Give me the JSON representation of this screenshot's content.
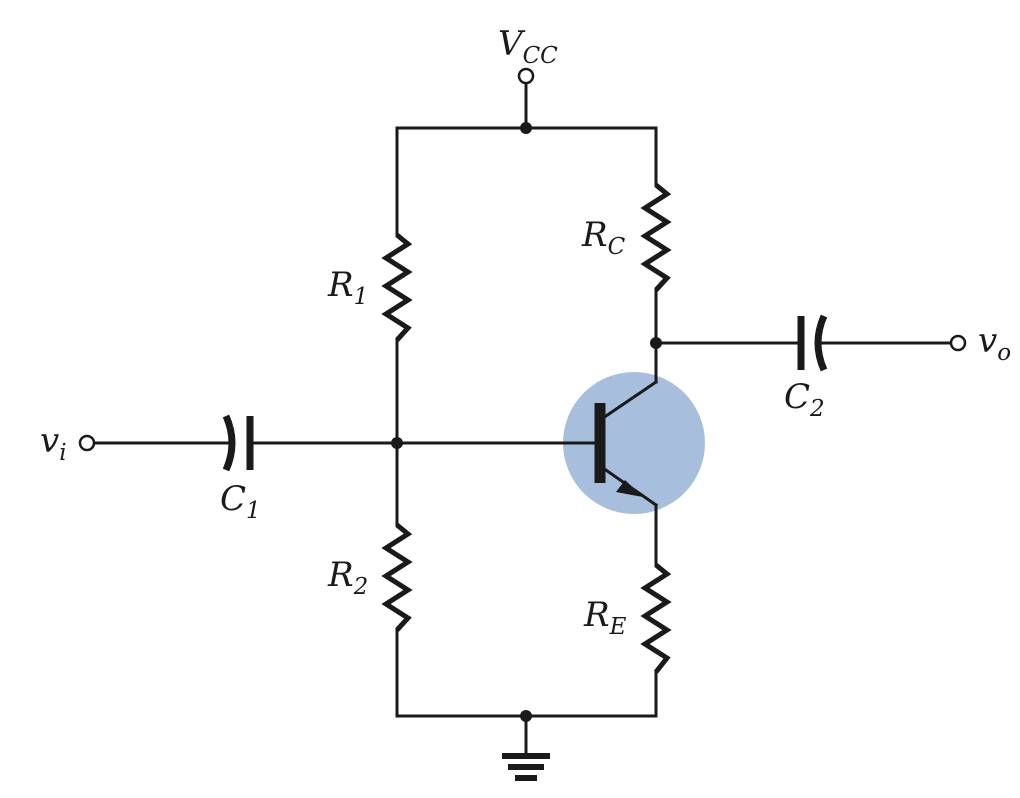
{
  "labels": {
    "vcc": {
      "main": "V",
      "sub": "CC"
    },
    "r1": {
      "main": "R",
      "sub": "1"
    },
    "r2": {
      "main": "R",
      "sub": "2"
    },
    "rc": {
      "main": "R",
      "sub": "C"
    },
    "re": {
      "main": "R",
      "sub": "E"
    },
    "c1": {
      "main": "C",
      "sub": "1"
    },
    "c2": {
      "main": "C",
      "sub": "2"
    },
    "vi": {
      "main": "v",
      "sub": "i"
    },
    "vo": {
      "main": "v",
      "sub": "o"
    }
  },
  "colors": {
    "highlight": "#a7bfdc",
    "ink": "#1a1a1a"
  }
}
